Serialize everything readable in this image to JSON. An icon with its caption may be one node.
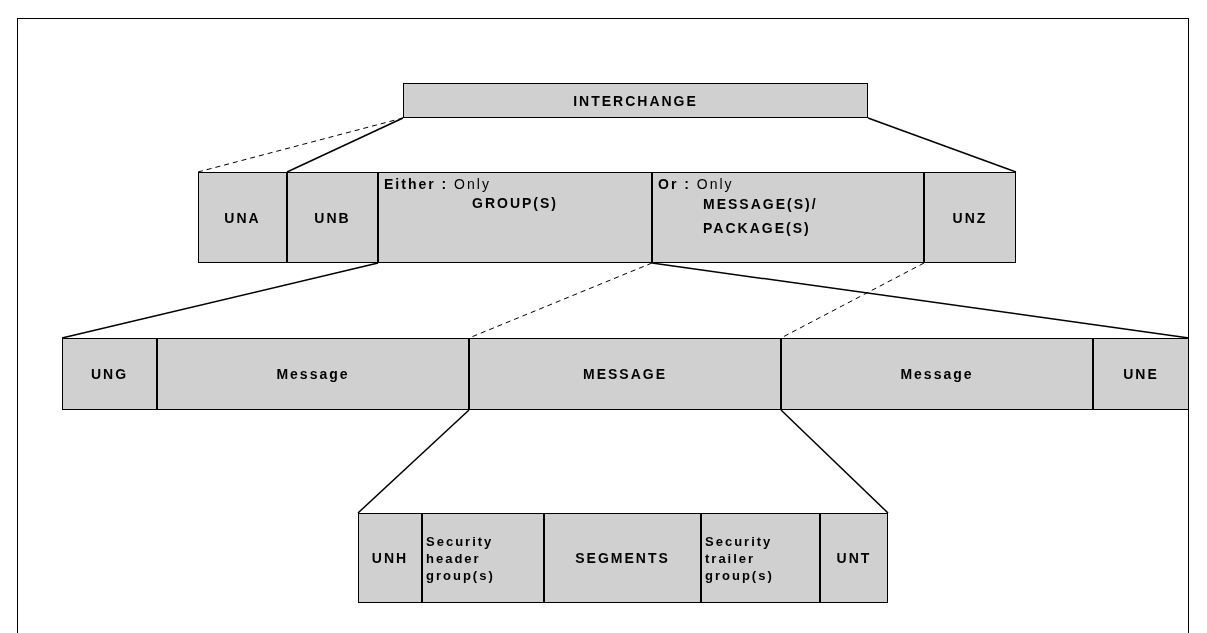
{
  "diagram": {
    "nodes": [
      {
        "text": [
          "INTERCHANGE"
        ]
      },
      {
        "text": [
          "UNA"
        ]
      },
      {
        "text": [
          "UNB"
        ]
      },
      {
        "text": [
          "**Either :** Only",
          "GROUP(S)"
        ]
      },
      {
        "text": [
          "**Or :** Only",
          "MESSAGE(S)/ PACKAGE(S)"
        ]
      },
      {
        "text": [
          "UNZ"
        ]
      },
      {
        "text": [
          "UNG"
        ]
      },
      {
        "text": [
          "Message"
        ]
      },
      {
        "text": [
          "MESSAGE"
        ]
      },
      {
        "text": [
          "Message"
        ]
      },
      {
        "text": [
          "UNE"
        ]
      },
      {
        "text": [
          "UNH"
        ]
      },
      {
        "text": [
          "Security header group(s)"
        ]
      },
      {
        "text": [
          "SEGMENTS"
        ]
      },
      {
        "text": [
          "Security trailer group(s)"
        ]
      },
      {
        "text": [
          "UNT"
        ]
      }
    ],
    "edges": [
      {
        "from": 0,
        "to": 1,
        "arrow": "none",
        "style": "dashed"
      },
      {
        "from": 0,
        "to": 2,
        "arrow": "none"
      },
      {
        "from": 0,
        "to": 5,
        "arrow": "none"
      },
      {
        "from": 3,
        "to": 6,
        "arrow": "none"
      },
      {
        "from": 4,
        "to": 8,
        "arrow": "none",
        "style": "dashed"
      },
      {
        "from": 4,
        "to": 10,
        "arrow": "none"
      },
      {
        "from": 4,
        "to": 9,
        "arrow": "none",
        "style": "dashed"
      },
      {
        "from": 8,
        "to": 11,
        "arrow": "none"
      },
      {
        "from": 8,
        "to": 15,
        "arrow": "none"
      }
    ]
  }
}
